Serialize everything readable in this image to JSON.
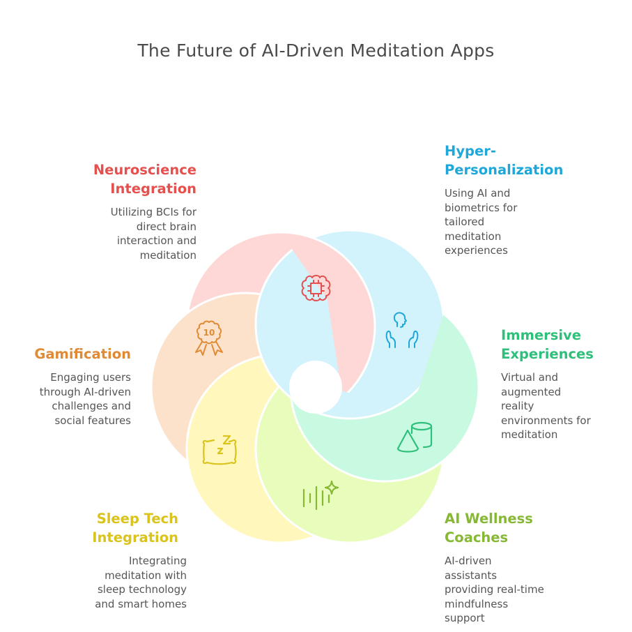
{
  "title": "The Future of AI-Driven Meditation Apps",
  "colors": {
    "title": "#4a4a4a",
    "body_text": "#555555",
    "neuroscience": "#e5504e",
    "hyper": "#1ea7d8",
    "immersive": "#2ec07a",
    "coaches": "#86b833",
    "sleep": "#d9c31c",
    "gamification": "#e08a34"
  },
  "items": [
    {
      "id": "neuroscience",
      "title_line1": "Neuroscience",
      "title_line2": "Integration",
      "desc_lines": [
        "Utilizing BCIs for",
        "direct brain",
        "interaction and",
        "meditation"
      ],
      "icon": "brain-chip-icon",
      "fill": "#fed8d7",
      "stroke": "#e5504e"
    },
    {
      "id": "hyper-personalization",
      "title_line1": "Hyper-",
      "title_line2": "Personalization",
      "desc_lines": [
        "Using AI and",
        "biometrics for",
        "tailored",
        "meditation",
        "experiences"
      ],
      "icon": "person-hands-icon",
      "fill": "#d2f2fc",
      "stroke": "#1ea7d8"
    },
    {
      "id": "immersive",
      "title_line1": "Immersive",
      "title_line2": "Experiences",
      "desc_lines": [
        "Virtual and",
        "augmented",
        "reality",
        "environments for",
        "meditation"
      ],
      "icon": "cone-cylinder-icon",
      "fill": "#c8fae2",
      "stroke": "#2ec07a"
    },
    {
      "id": "ai-coaches",
      "title_line1": "AI Wellness",
      "title_line2": "Coaches",
      "desc_lines": [
        "AI-driven",
        "assistants",
        "providing real-time",
        "mindfulness",
        "support"
      ],
      "icon": "sparkle-voice-icon",
      "fill": "#e8fcbc",
      "stroke": "#86b833"
    },
    {
      "id": "sleep-tech",
      "title_line1": "Sleep Tech",
      "title_line2": "Integration",
      "desc_lines": [
        "Integrating",
        "meditation with",
        "sleep technology",
        "and smart homes"
      ],
      "icon": "pillow-zz-icon",
      "fill": "#fff7bc",
      "stroke": "#d9c31c"
    },
    {
      "id": "gamification",
      "title_line1": "Gamification",
      "title_line2": "",
      "desc_lines": [
        "Engaging users",
        "through AI-driven",
        "challenges and",
        "social features"
      ],
      "icon": "award-ribbon-10-icon",
      "icon_text": "10",
      "fill": "#fde2cb",
      "stroke": "#e08a34"
    }
  ]
}
